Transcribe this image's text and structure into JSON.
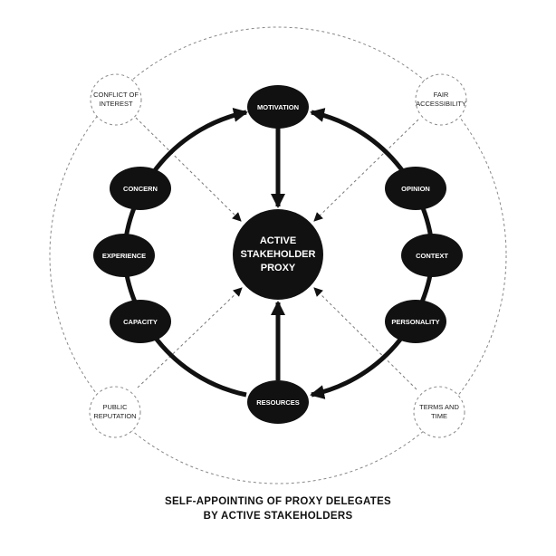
{
  "center": {
    "lines": [
      "ACTIVE",
      "STAKEHOLDER",
      "PROXY"
    ]
  },
  "nodes": {
    "motivation": "MOTIVATION",
    "resources": "RESOURCES",
    "concern": "CONCERN",
    "experience": "EXPERIENCE",
    "capacity": "CAPACITY",
    "opinion": "OPINION",
    "context": "CONTEXT",
    "personality": "PERSONALITY"
  },
  "factors": {
    "conflict_of_interest": [
      "CONFLICT OF",
      "INTEREST"
    ],
    "fair_accessibility": [
      "FAIR",
      "ACCESSIBILITY"
    ],
    "public_reputation": [
      "PUBLIC",
      "REPUTATION"
    ],
    "terms_and_time": [
      "TERMS AND",
      "TIME"
    ]
  },
  "caption": {
    "line1": "SELF-APPOINTING OF PROXY DELEGATES",
    "line2": "BY ACTIVE STAKEHOLDERS"
  }
}
